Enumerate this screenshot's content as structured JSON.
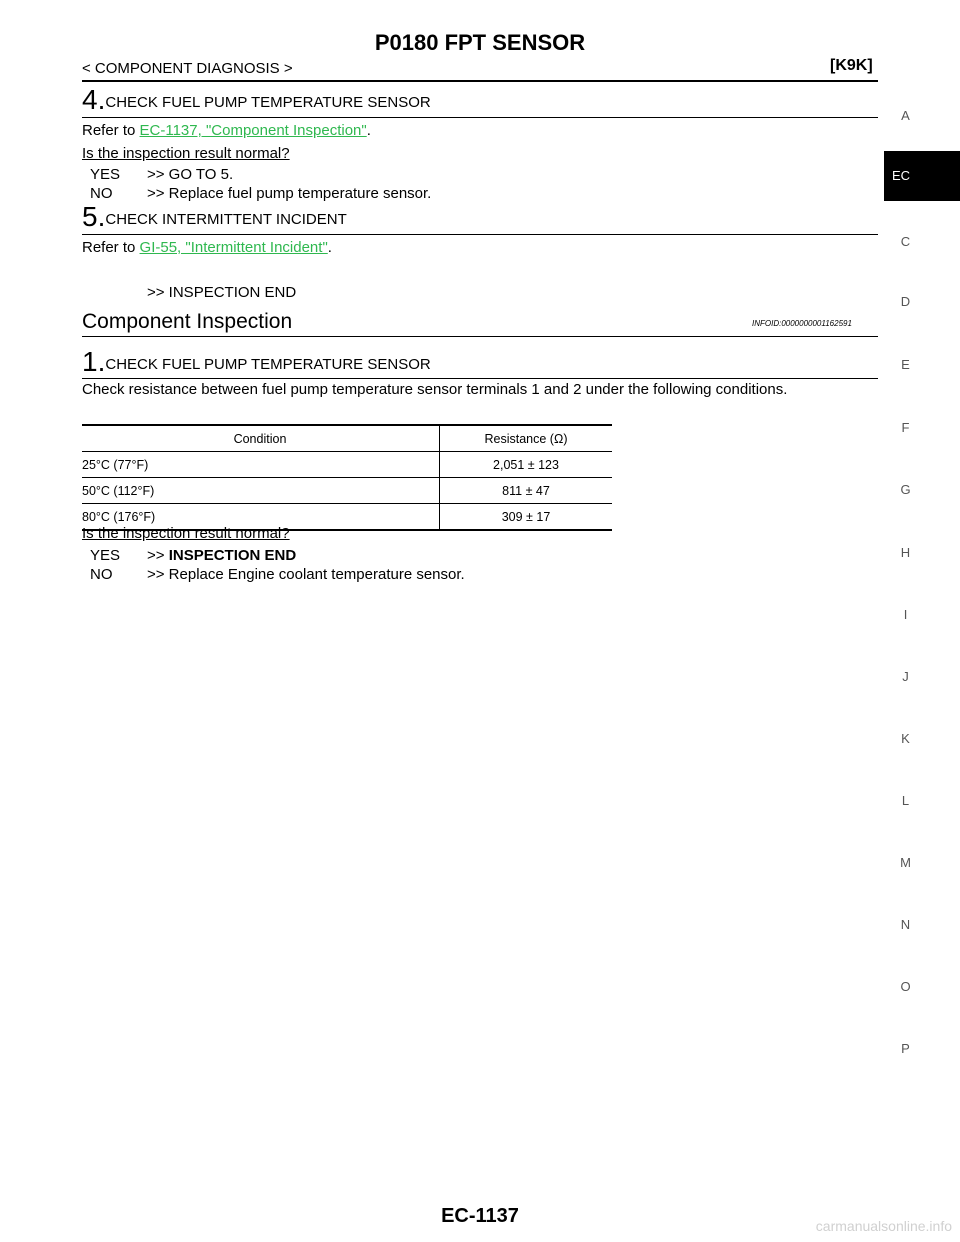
{
  "header": {
    "title": "P0180 FPT SENSOR",
    "section": "< COMPONENT DIAGNOSIS >",
    "model": "[K9K]"
  },
  "step4": {
    "num": "4.",
    "heading": "CHECK FUEL PUMP TEMPERATURE SENSOR",
    "refer_prefix": "Refer to ",
    "link": "EC-1137, \"Component Inspection\"",
    "refer_suffix": ".",
    "question": "Is the inspection result normal?",
    "yes_label": "YES",
    "yes_text": ">> GO TO 5.",
    "no_label": "NO",
    "no_text": ">> Replace fuel pump temperature sensor."
  },
  "step5": {
    "num": "5.",
    "heading": "CHECK INTERMITTENT INCIDENT",
    "refer_prefix": "Refer to ",
    "link": "GI-55, \"Intermittent Incident\"",
    "refer_suffix": ".",
    "end_text": ">> INSPECTION END"
  },
  "component": {
    "heading": "Component Inspection",
    "infoid": "INFOID:0000000001162591"
  },
  "step1": {
    "num": "1.",
    "heading": "CHECK FUEL PUMP TEMPERATURE SENSOR",
    "instruction": "Check resistance between fuel pump temperature sensor terminals 1 and 2 under the following conditions.",
    "question": "Is the inspection result normal?",
    "yes_label": "YES",
    "yes_prefix": ">> ",
    "yes_text": "INSPECTION END",
    "no_label": "NO",
    "no_text": ">> Replace Engine coolant temperature sensor."
  },
  "table": {
    "headers": [
      "Condition",
      "Resistance (Ω)"
    ],
    "rows": [
      [
        "25°C (77°F)",
        "2,051 ± 123"
      ],
      [
        "50°C (112°F)",
        "811 ± 47"
      ],
      [
        "80°C (176°F)",
        "309 ± 17"
      ]
    ]
  },
  "sidebar": {
    "letters": [
      "A",
      "EC",
      "C",
      "D",
      "E",
      "F",
      "G",
      "H",
      "I",
      "J",
      "K",
      "L",
      "M",
      "N",
      "O",
      "P"
    ],
    "active": "EC"
  },
  "footer": {
    "page": "EC-1137",
    "watermark": "carmanualsonline.info"
  }
}
